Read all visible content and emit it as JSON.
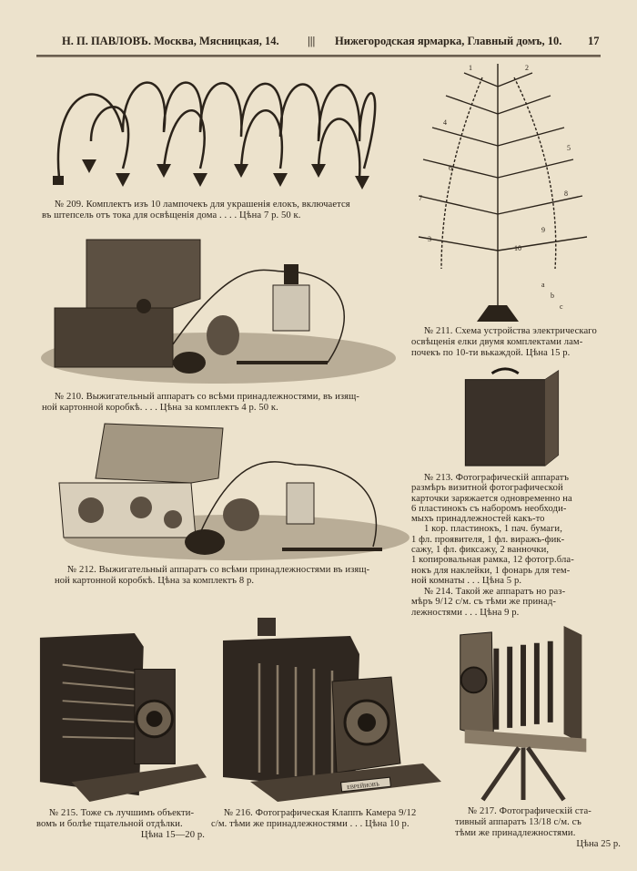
{
  "header": {
    "left": "Н. П. ПАВЛОВЪ. Москва, Мясницкая, 14.",
    "separator": "|||",
    "right": "Нижегородская ярмарка, Главный домъ, 10.",
    "page_number": "17"
  },
  "items": {
    "i209": {
      "lines": [
        "№ 209. Комплектъ изъ 10 лампочекъ для украшенія елокъ, включается",
        "въ штепсель отъ тока для освѣщенія дома . . . . Цѣна 7 р. 50 к."
      ]
    },
    "i211": {
      "lines": [
        "№ 211. Схема устройства электрическаго",
        "освѣщенія елки двумя комплектами лам-",
        "почекъ по 10-ти вькаждой. Цѣна 15 р."
      ],
      "tree_labels": [
        "1",
        "2",
        "3",
        "4",
        "5",
        "6",
        "7",
        "8",
        "9",
        "10",
        "a",
        "b",
        "c"
      ]
    },
    "i210": {
      "lines": [
        "№ 210. Выжигательный аппаратъ со всѣми принадлежностями, въ изящ-",
        "ной картонной коробкѣ. . . .  Цѣна за комплектъ 4 р. 50 к."
      ]
    },
    "i213": {
      "lines": [
        "№ 213. Фотографическій аппаратъ",
        "размѣръ визитной фотографической",
        "карточки заряжается одновременно на",
        "6 пластинокъ съ наборомъ необходи-",
        "мыхъ принадлежностей какъ-то",
        "1 кор. пластинокъ, 1 пач. бумаги,",
        "1 фл. проявителя, 1 фл. виражъ-фик-",
        "сажу, 1 фл. фиксажу, 2 ванночки,",
        "1 копировальная рамка, 12 фотогр.бла-",
        "нокъ для наклейки, 1 фонарь для тем-",
        "ной комнаты . . . Цѣна 5 р."
      ]
    },
    "i214": {
      "lines": [
        "№ 214. Такой же аппаратъ но раз-",
        "мѣръ 9/12 с/м. съ тѣми же принад-",
        "лежностями . . . Цѣна 9 р."
      ]
    },
    "i212": {
      "lines": [
        "№ 212. Выжигательный аппаратъ со всѣми принадлежностями въ изящ-",
        "ной картонной коробкѣ. Цѣна за комплектъ  8 р."
      ]
    },
    "i215": {
      "lines": [
        "№ 215. Тоже съ лучшимъ объекти-",
        "вомъ и болѣе тщательной отдѣлки.",
        "Цѣна 15—20 р."
      ]
    },
    "i216": {
      "lines": [
        "№ 216. Фотографическая Клаппъ Камера 9/12",
        "с/м. тѣми же принадлежностями . . . Цѣна 10 р."
      ],
      "plate_label": "ЕВРЕЙНОВЪ"
    },
    "i217": {
      "lines": [
        "№ 217. Фотографическій ста-",
        "тивный аппаратъ 13/18 с/м. съ",
        "тѣми же принадлежностями.",
        "Цѣна 25 р."
      ]
    }
  },
  "colors": {
    "paper": "#ece2cc",
    "ink": "#2b231a"
  }
}
